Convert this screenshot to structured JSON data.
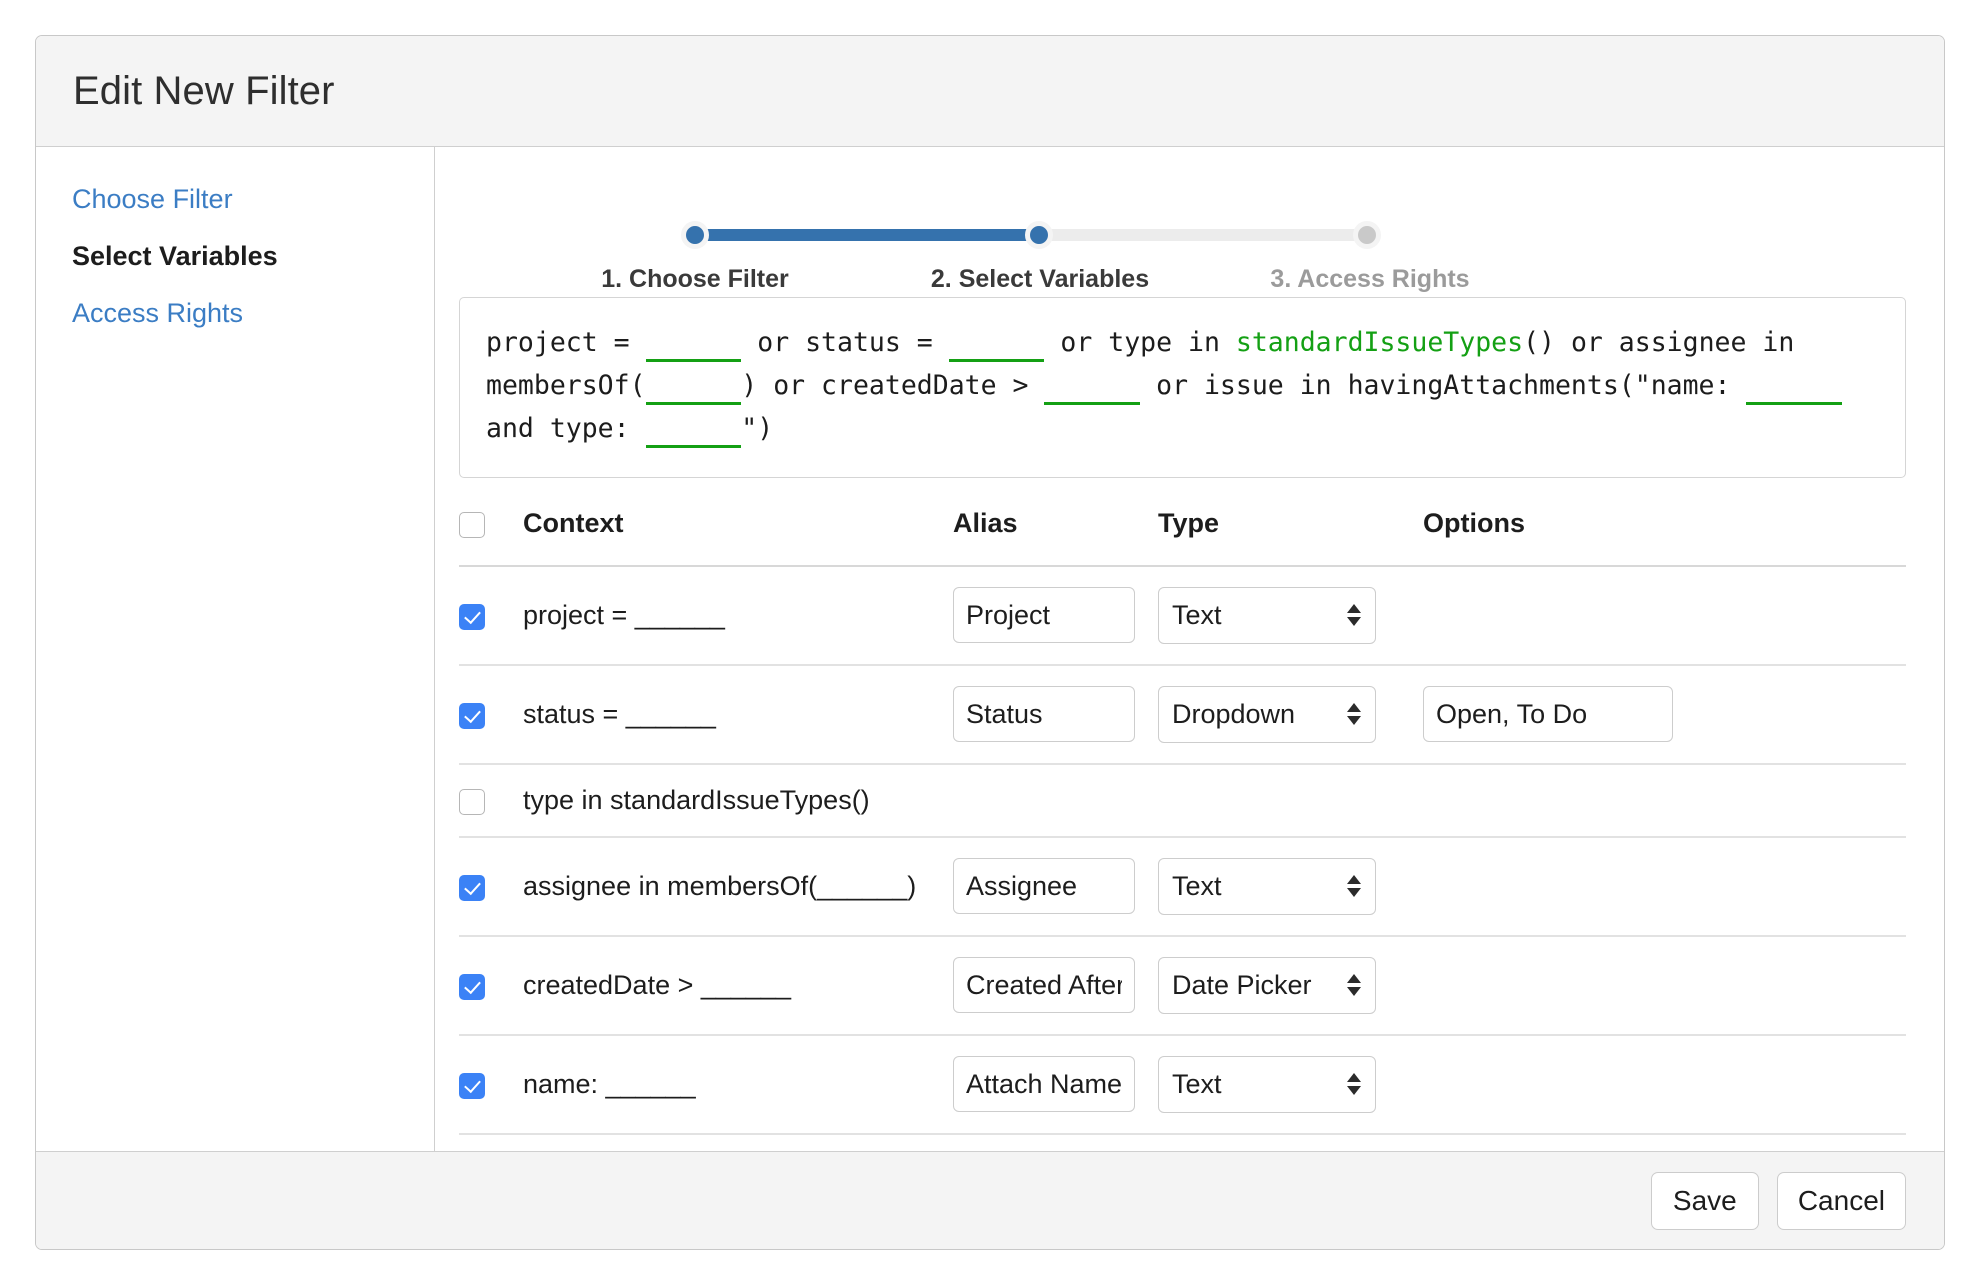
{
  "dialog": {
    "title": "Edit New Filter"
  },
  "sidebar": {
    "items": [
      {
        "label": "Choose Filter",
        "state": "link"
      },
      {
        "label": "Select Variables",
        "state": "active"
      },
      {
        "label": "Access Rights",
        "state": "link"
      }
    ]
  },
  "stepper": {
    "steps": [
      {
        "label": "1. Choose Filter",
        "state": "done"
      },
      {
        "label": "2. Select Variables",
        "state": "current"
      },
      {
        "label": "3. Access Rights",
        "state": "todo"
      }
    ],
    "progress_percent": 50,
    "accent_color": "#3572ad",
    "track_color": "#ececec",
    "pending_dot_color": "#c9c9c9"
  },
  "query": {
    "blank_underline_color": "#14a014",
    "function_color": "#14a014",
    "tokens": [
      {
        "t": "project = ",
        "k": "text"
      },
      {
        "t": "      ",
        "k": "blank"
      },
      {
        "t": " or status = ",
        "k": "text"
      },
      {
        "t": "      ",
        "k": "blank"
      },
      {
        "t": " or type in ",
        "k": "text"
      },
      {
        "t": "standardIssueTypes",
        "k": "fn"
      },
      {
        "t": "() or assignee in membersOf(",
        "k": "text"
      },
      {
        "t": "      ",
        "k": "blank"
      },
      {
        "t": ") or createdDate > ",
        "k": "text"
      },
      {
        "t": "      ",
        "k": "blank"
      },
      {
        "t": " or issue in havingAttachments(\"name: ",
        "k": "text"
      },
      {
        "t": "      ",
        "k": "blank"
      },
      {
        "t": " and type: ",
        "k": "text"
      },
      {
        "t": "      ",
        "k": "blank"
      },
      {
        "t": "\")",
        "k": "text"
      }
    ],
    "plain_text": "project = ______ or status = ______ or type in standardIssueTypes() or assignee in membersOf(______) or createdDate > ______ or issue in havingAttachments(\"name: ______ and type: ______\")"
  },
  "table": {
    "headers": {
      "select_all": "",
      "context": "Context",
      "alias": "Alias",
      "type": "Type",
      "options": "Options"
    },
    "select_all_checked": false,
    "rows": [
      {
        "checked": true,
        "context": "project = ______",
        "alias": "Project",
        "type": "Text",
        "options": ""
      },
      {
        "checked": true,
        "context": "status = ______",
        "alias": "Status",
        "type": "Dropdown",
        "options": "Open, To Do"
      },
      {
        "checked": false,
        "context": "type in standardIssueTypes()",
        "alias": "",
        "type": "",
        "options": ""
      },
      {
        "checked": true,
        "context": "assignee in membersOf(______)",
        "alias": "Assignee",
        "type": "Text",
        "options": ""
      },
      {
        "checked": true,
        "context": "createdDate > ______",
        "alias": "Created After",
        "type": "Date Picker",
        "options": ""
      },
      {
        "checked": true,
        "context": "name: ______",
        "alias": "Attach Name",
        "type": "Text",
        "options": ""
      }
    ],
    "type_options": [
      "Text",
      "Dropdown",
      "Date Picker"
    ]
  },
  "footer": {
    "save_label": "Save",
    "cancel_label": "Cancel"
  }
}
